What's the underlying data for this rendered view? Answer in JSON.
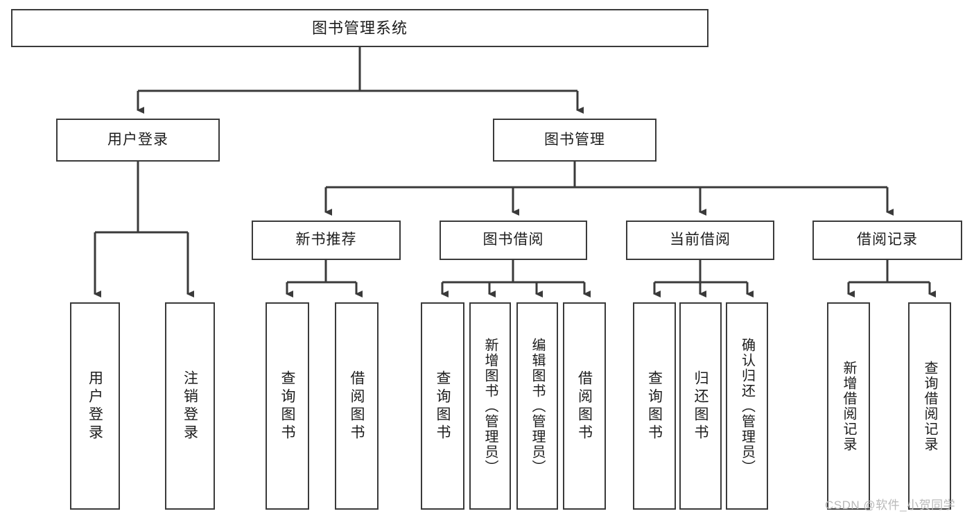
{
  "diagram": {
    "title": "图书管理系统",
    "type": "tree-hierarchy-chart",
    "background_color": "#ffffff",
    "line_color": "#3a3a3a",
    "text_color": "#1c1c1c"
  },
  "nodes": {
    "root": {
      "label": "图书管理系统"
    },
    "level2": [
      {
        "label": "用户登录"
      },
      {
        "label": "图书管理"
      }
    ],
    "level3": [
      {
        "label": "新书推荐"
      },
      {
        "label": "图书借阅"
      },
      {
        "label": "当前借阅"
      },
      {
        "label": "借阅记录"
      }
    ],
    "leaves": {
      "user_login": [
        {
          "label": "用户登录"
        },
        {
          "label": "注销登录"
        }
      ],
      "new_book_recommend": [
        {
          "label": "查询图书"
        },
        {
          "label": "借阅图书"
        }
      ],
      "book_borrow": [
        {
          "label": "查询图书"
        },
        {
          "label": "新增图书（管理员）"
        },
        {
          "label": "编辑图书（管理员）"
        },
        {
          "label": "借阅图书"
        }
      ],
      "current_borrow": [
        {
          "label": "查询图书"
        },
        {
          "label": "归还图书"
        },
        {
          "label": "确认归还（管理员）"
        }
      ],
      "borrow_record": [
        {
          "label": "新增借阅记录"
        },
        {
          "label": "查询借阅记录"
        }
      ]
    }
  },
  "watermark": {
    "text": "CSDN @软件_小贺同学"
  }
}
